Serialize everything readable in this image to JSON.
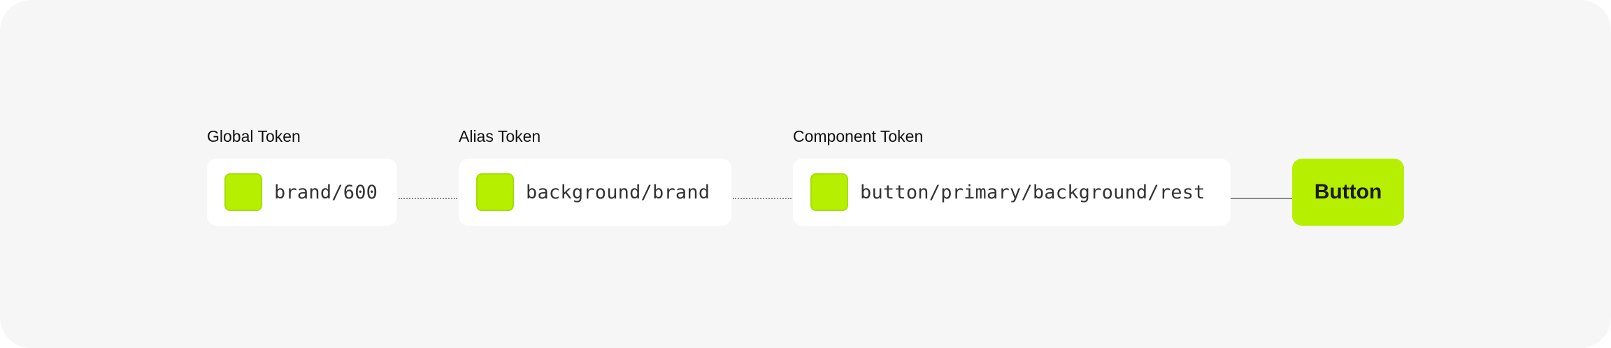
{
  "colors": {
    "canvas": "#f6f6f6",
    "card": "#ffffff",
    "brand": "#b6f000",
    "connector": "#8a8a8a"
  },
  "global": {
    "label": "Global Token",
    "token": "brand/600"
  },
  "alias": {
    "label": "Alias Token",
    "token": "background/brand"
  },
  "component": {
    "label": "Component Token",
    "token": "button/primary/background/rest"
  },
  "button": {
    "label": "Button"
  },
  "connectors": [
    {
      "from": "global",
      "to": "alias",
      "style": "dotted"
    },
    {
      "from": "alias",
      "to": "component",
      "style": "dotted"
    },
    {
      "from": "component",
      "to": "button",
      "style": "solid"
    }
  ]
}
